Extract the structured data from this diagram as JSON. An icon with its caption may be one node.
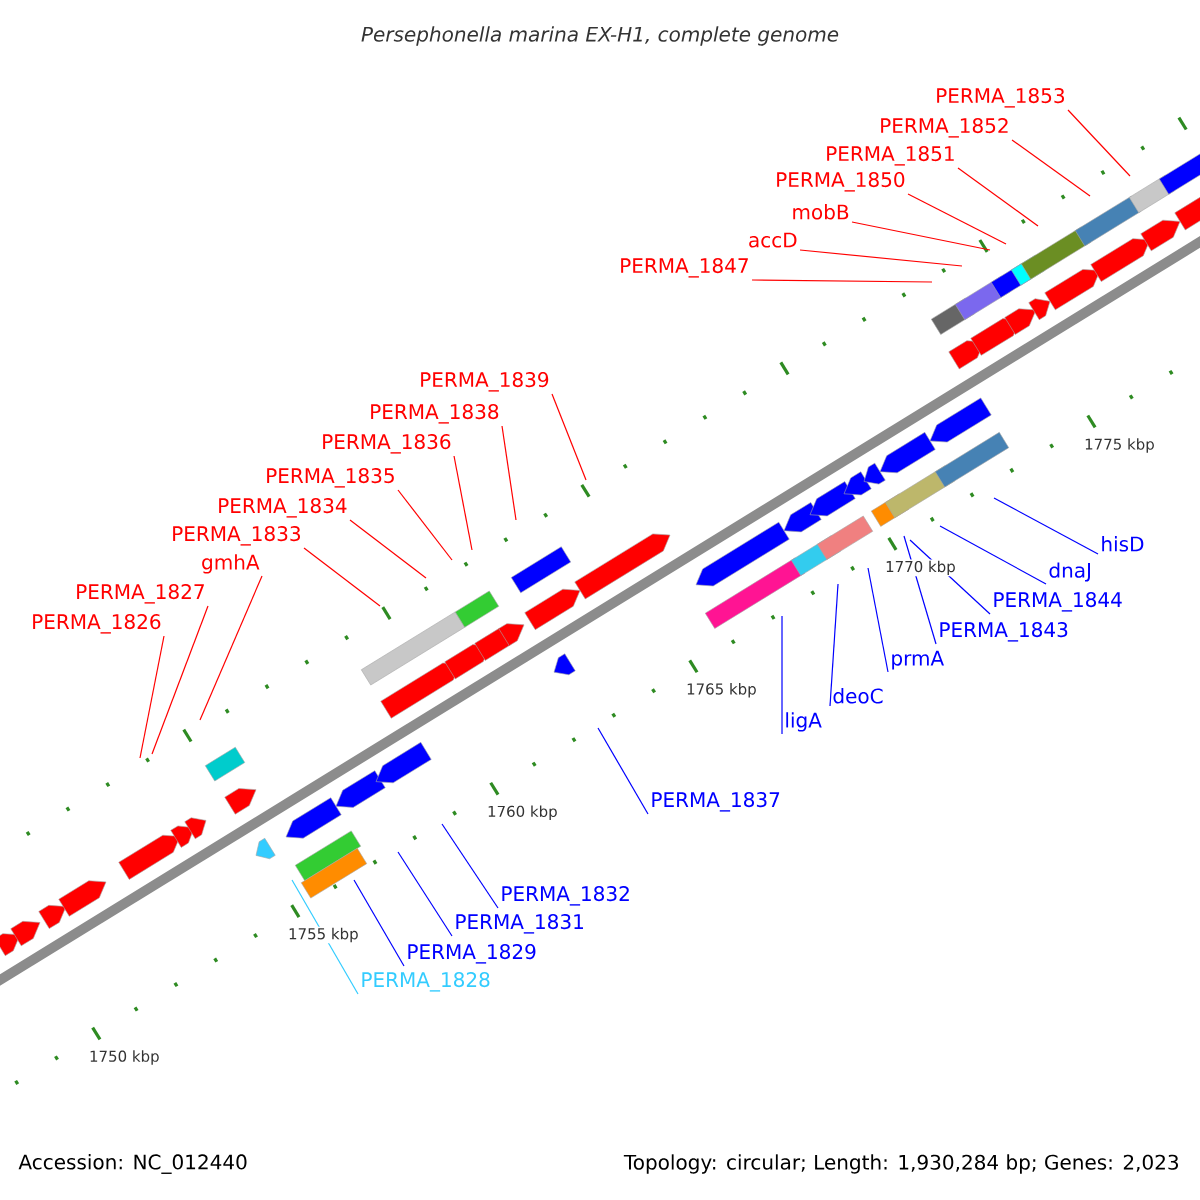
{
  "diagram": {
    "title": "Persephonella marina EX-H1, complete genome",
    "nodes": [
      {
        "text": [
          "PERMA_1853"
        ]
      },
      {
        "text": [
          "PERMA_1852"
        ]
      },
      {
        "text": [
          "PERMA_1851"
        ]
      },
      {
        "text": [
          "PERMA_1850"
        ]
      },
      {
        "text": [
          "mobB"
        ]
      },
      {
        "text": [
          "accD"
        ]
      },
      {
        "text": [
          "PERMA_1847"
        ]
      },
      {
        "text": [
          "PERMA_1839"
        ]
      },
      {
        "text": [
          "PERMA_1838"
        ]
      },
      {
        "text": [
          "PERMA_1836"
        ]
      },
      {
        "text": [
          "PERMA_1835"
        ]
      },
      {
        "text": [
          "PERMA_1834"
        ]
      },
      {
        "text": [
          "PERMA_1833"
        ]
      },
      {
        "text": [
          "hisD"
        ]
      },
      {
        "text": [
          "gmhA"
        ]
      },
      {
        "text": [
          "dnaJ"
        ]
      },
      {
        "text": [
          "PERMA_1827"
        ]
      },
      {
        "text": [
          "PERMA_1844"
        ]
      },
      {
        "text": [
          "PERMA_1826"
        ]
      },
      {
        "text": [
          "PERMA_1843"
        ]
      },
      {
        "text": [
          "prmA"
        ]
      },
      {
        "text": [
          "deoC"
        ]
      },
      {
        "text": [
          "ligA"
        ]
      },
      {
        "text": [
          "PERMA_1837"
        ]
      },
      {
        "text": [
          "PERMA_1832"
        ]
      },
      {
        "text": [
          "PERMA_1831"
        ]
      },
      {
        "text": [
          "PERMA_1829"
        ]
      },
      {
        "text": [
          "PERMA_1828"
        ]
      }
    ],
    "edges": [
      {
        "from": 0,
        "to": null,
        "arrow": "none"
      },
      {
        "from": 1,
        "to": null,
        "arrow": "none"
      },
      {
        "from": 2,
        "to": null,
        "arrow": "none"
      },
      {
        "from": 3,
        "to": null,
        "arrow": "none"
      },
      {
        "from": 4,
        "to": null,
        "arrow": "none"
      },
      {
        "from": 5,
        "to": null,
        "arrow": "none"
      },
      {
        "from": 6,
        "to": null,
        "arrow": "none"
      },
      {
        "from": 7,
        "to": null,
        "arrow": "none"
      },
      {
        "from": 8,
        "to": null,
        "arrow": "none"
      },
      {
        "from": 9,
        "to": null,
        "arrow": "none"
      },
      {
        "from": 10,
        "to": null,
        "arrow": "none"
      },
      {
        "from": 11,
        "to": null,
        "arrow": "none"
      },
      {
        "from": 12,
        "to": null,
        "arrow": "none"
      },
      {
        "from": 13,
        "to": null,
        "arrow": "none",
        "color": "#0000ff"
      },
      {
        "from": 14,
        "to": null,
        "arrow": "none"
      },
      {
        "from": 15,
        "to": null,
        "arrow": "none",
        "color": "#0000ff"
      },
      {
        "from": 16,
        "to": null,
        "arrow": "none"
      },
      {
        "from": 17,
        "to": null,
        "arrow": "none",
        "color": "#0000ff"
      },
      {
        "from": 18,
        "to": null,
        "arrow": "none"
      },
      {
        "from": 19,
        "to": null,
        "arrow": "none",
        "color": "#0000ff"
      },
      {
        "from": 20,
        "to": null,
        "arrow": "none",
        "color": "#0000ff"
      },
      {
        "from": 21,
        "to": null,
        "arrow": "none",
        "color": "#0000ff"
      },
      {
        "from": 22,
        "to": null,
        "arrow": "none",
        "color": "#0000ff"
      },
      {
        "from": 23,
        "to": null,
        "arrow": "none",
        "color": "#0000ff"
      },
      {
        "from": 24,
        "to": null,
        "arrow": "none",
        "color": "#0000ff"
      },
      {
        "from": 25,
        "to": null,
        "arrow": "none",
        "color": "#0000ff"
      },
      {
        "from": 26,
        "to": null,
        "arrow": "none",
        "color": "#0000ff"
      },
      {
        "from": 27,
        "to": null,
        "arrow": "none",
        "color": "#33ccff"
      }
    ],
    "labels": [
      "1750 kbp",
      "1755 kbp",
      "1760 kbp",
      "1765 kbp",
      "1770 kbp",
      "1775 kbp",
      "Accession: NC_012440",
      "Topology: circular; Length: 1,930,284 bp; Genes: 2,023"
    ]
  }
}
